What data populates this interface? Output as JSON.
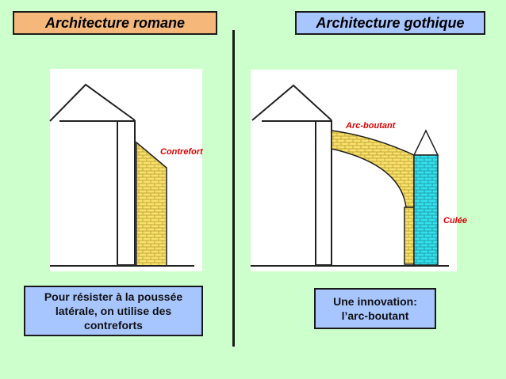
{
  "titles": {
    "left": "Architecture romane",
    "right": "Architecture gothique"
  },
  "labels": {
    "contrefort": "Contrefort",
    "arc_boutant": "Arc-boutant",
    "culee": "Culée"
  },
  "captions": {
    "left": "Pour résister à la poussée latérale, on utilise des contreforts",
    "right": "Une innovation: l’arc-boutant"
  },
  "colors": {
    "background": "#ccffcc",
    "title_left_bg": "#f5b87a",
    "title_right_bg": "#a7c5ff",
    "caption_bg": "#a7c5ff",
    "stone_yellow": "#f7e26b",
    "culee_cyan": "#33e0ee",
    "label_red": "#e00000"
  }
}
